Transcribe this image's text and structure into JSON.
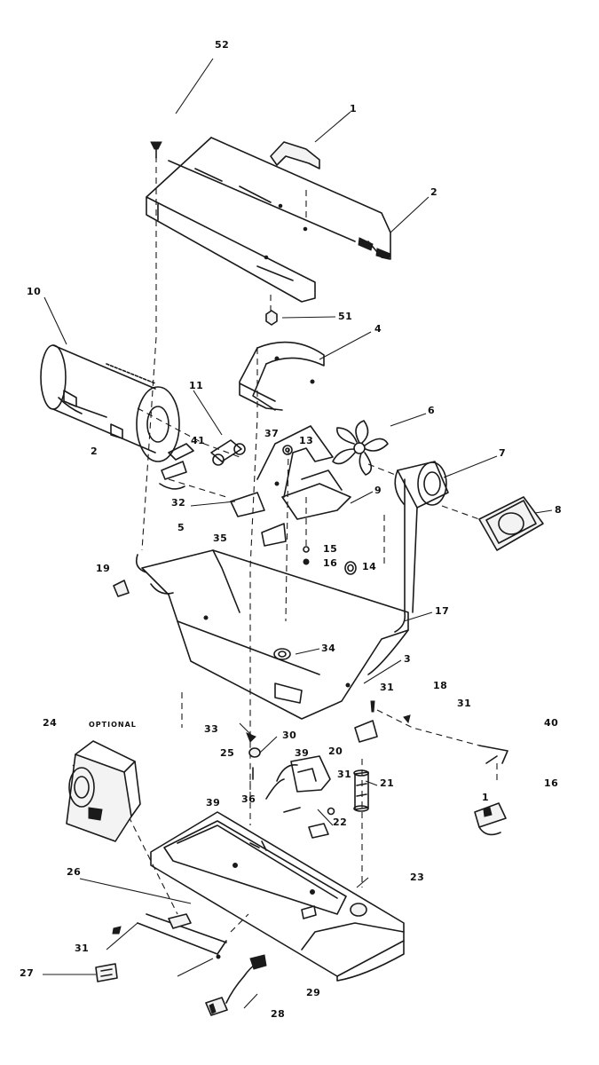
{
  "ink_color": "#1a1a1a",
  "background": "#ffffff",
  "callouts": {
    "c52": "52",
    "c1": "1",
    "c2": "2",
    "c51": "51",
    "c10": "10",
    "c4": "4",
    "c11": "11",
    "c37": "37",
    "c13": "13",
    "c6": "6",
    "c7": "7",
    "c8": "8",
    "c41": "41",
    "c2b": "2",
    "c32": "32",
    "c9": "9",
    "c5": "5",
    "c35": "35",
    "c15": "15",
    "c16": "16",
    "c14": "14",
    "c19": "19",
    "c17": "17",
    "c34": "34",
    "c3": "3",
    "c31a": "31",
    "c18": "18",
    "c31b": "31",
    "c40": "40",
    "c33": "33",
    "c30": "30",
    "c25": "25",
    "c20": "20",
    "c39a": "39",
    "c24": "24",
    "c31c": "31",
    "c21": "21",
    "c16b": "16",
    "c36": "36",
    "c39b": "39",
    "c22": "22",
    "c26": "26",
    "c23": "23",
    "c31d": "31",
    "c27": "27",
    "c29": "29",
    "c28": "28",
    "c1b": "1"
  },
  "optional_label": "OPTIONAL"
}
